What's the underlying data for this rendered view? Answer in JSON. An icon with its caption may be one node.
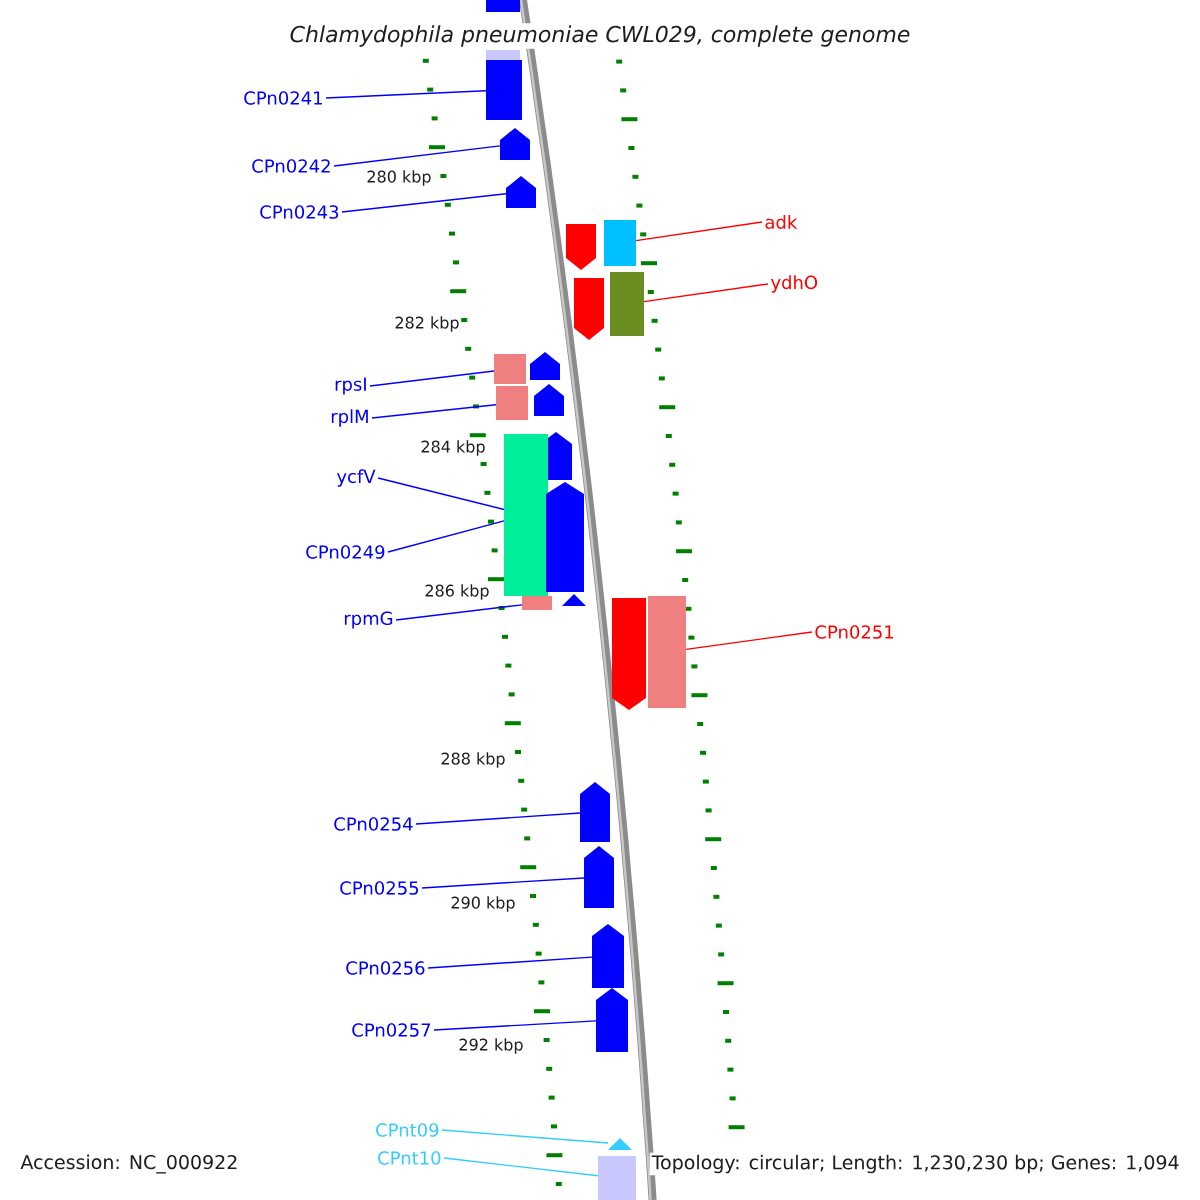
{
  "diagram": {
    "title": "Chlamydophila pneumoniae CWL029, complete genome",
    "nodes": [
      {
        "text": [
          "CPn0241"
        ]
      },
      {
        "text": [
          "CPn0242"
        ]
      },
      {
        "text": [
          "CPn0243"
        ]
      },
      {
        "text": [
          "adk"
        ]
      },
      {
        "text": [
          "ydhO"
        ]
      },
      {
        "text": [
          "rpsI"
        ]
      },
      {
        "text": [
          "rplM"
        ]
      },
      {
        "text": [
          "ycfV"
        ]
      },
      {
        "text": [
          "CPn0249"
        ]
      },
      {
        "text": [
          "rpmG"
        ]
      },
      {
        "text": [
          "CPn0251"
        ]
      },
      {
        "text": [
          "CPn0254"
        ]
      },
      {
        "text": [
          "CPn0255"
        ]
      },
      {
        "text": [
          "CPn0256"
        ]
      },
      {
        "text": [
          "CPn0257"
        ]
      },
      {
        "text": [
          "CPnt09"
        ]
      },
      {
        "text": [
          "CPnt10"
        ]
      },
      {
        "text": [],
        "shape": "box"
      },
      {
        "text": [],
        "shape": "box"
      },
      {
        "text": [],
        "shape": "box"
      },
      {
        "text": [],
        "shape": "arrow"
      },
      {
        "text": [],
        "shape": "arrow"
      },
      {
        "text": [],
        "shape": "box"
      },
      {
        "text": [],
        "shape": "arrow"
      },
      {
        "text": [],
        "shape": "box"
      },
      {
        "text": [],
        "shape": "arrow"
      },
      {
        "text": [],
        "shape": "arrow"
      },
      {
        "text": [],
        "shape": "box"
      },
      {
        "text": [],
        "shape": "arrow"
      },
      {
        "text": [],
        "shape": "box"
      },
      {
        "text": [],
        "shape": "arrow"
      },
      {
        "text": [],
        "shape": "box"
      },
      {
        "text": [],
        "shape": "arrow"
      },
      {
        "text": [],
        "shape": "arrow"
      },
      {
        "text": [],
        "shape": "box"
      },
      {
        "text": [],
        "shape": "box"
      },
      {
        "text": [],
        "shape": "arrow"
      },
      {
        "text": [],
        "shape": "arrow"
      },
      {
        "text": [],
        "shape": "arrow"
      },
      {
        "text": [],
        "shape": "arrow"
      },
      {
        "text": [],
        "shape": "arrow"
      },
      {
        "text": [],
        "shape": "arrow"
      },
      {
        "text": [],
        "shape": "box"
      }
    ],
    "edges": [
      {
        "from": 0,
        "to": 19,
        "arrow": "none"
      },
      {
        "from": 1,
        "to": 20,
        "arrow": "none"
      },
      {
        "from": 2,
        "to": 21,
        "arrow": "none"
      },
      {
        "from": 3,
        "to": 22,
        "arrow": "none",
        "color": "#ff0000"
      },
      {
        "from": 4,
        "to": 24,
        "arrow": "none",
        "color": "#ff0000"
      },
      {
        "from": 5,
        "to": 27,
        "arrow": "none"
      },
      {
        "from": 6,
        "to": 29,
        "arrow": "none"
      },
      {
        "from": 7,
        "to": 31,
        "arrow": "none"
      },
      {
        "from": 8,
        "to": 31,
        "arrow": "none"
      },
      {
        "from": 9,
        "to": 35,
        "arrow": "none"
      },
      {
        "from": 10,
        "to": 34,
        "arrow": "none",
        "color": "#ff0000"
      },
      {
        "from": 11,
        "to": 37,
        "arrow": "none"
      },
      {
        "from": 12,
        "to": 38,
        "arrow": "none"
      },
      {
        "from": 13,
        "to": 39,
        "arrow": "none"
      },
      {
        "from": 14,
        "to": 40,
        "arrow": "none"
      },
      {
        "from": 15,
        "to": 41,
        "arrow": "none",
        "color": "#33ccff"
      },
      {
        "from": 16,
        "to": 42,
        "arrow": "none",
        "color": "#33ccff"
      }
    ],
    "labels": [
      "280 kbp",
      "282 kbp",
      "284 kbp",
      "286 kbp",
      "288 kbp",
      "290 kbp",
      "292 kbp",
      "Accession: NC_000922",
      "Topology: circular; Length: 1,230,230 bp; Genes: 1,094"
    ]
  }
}
